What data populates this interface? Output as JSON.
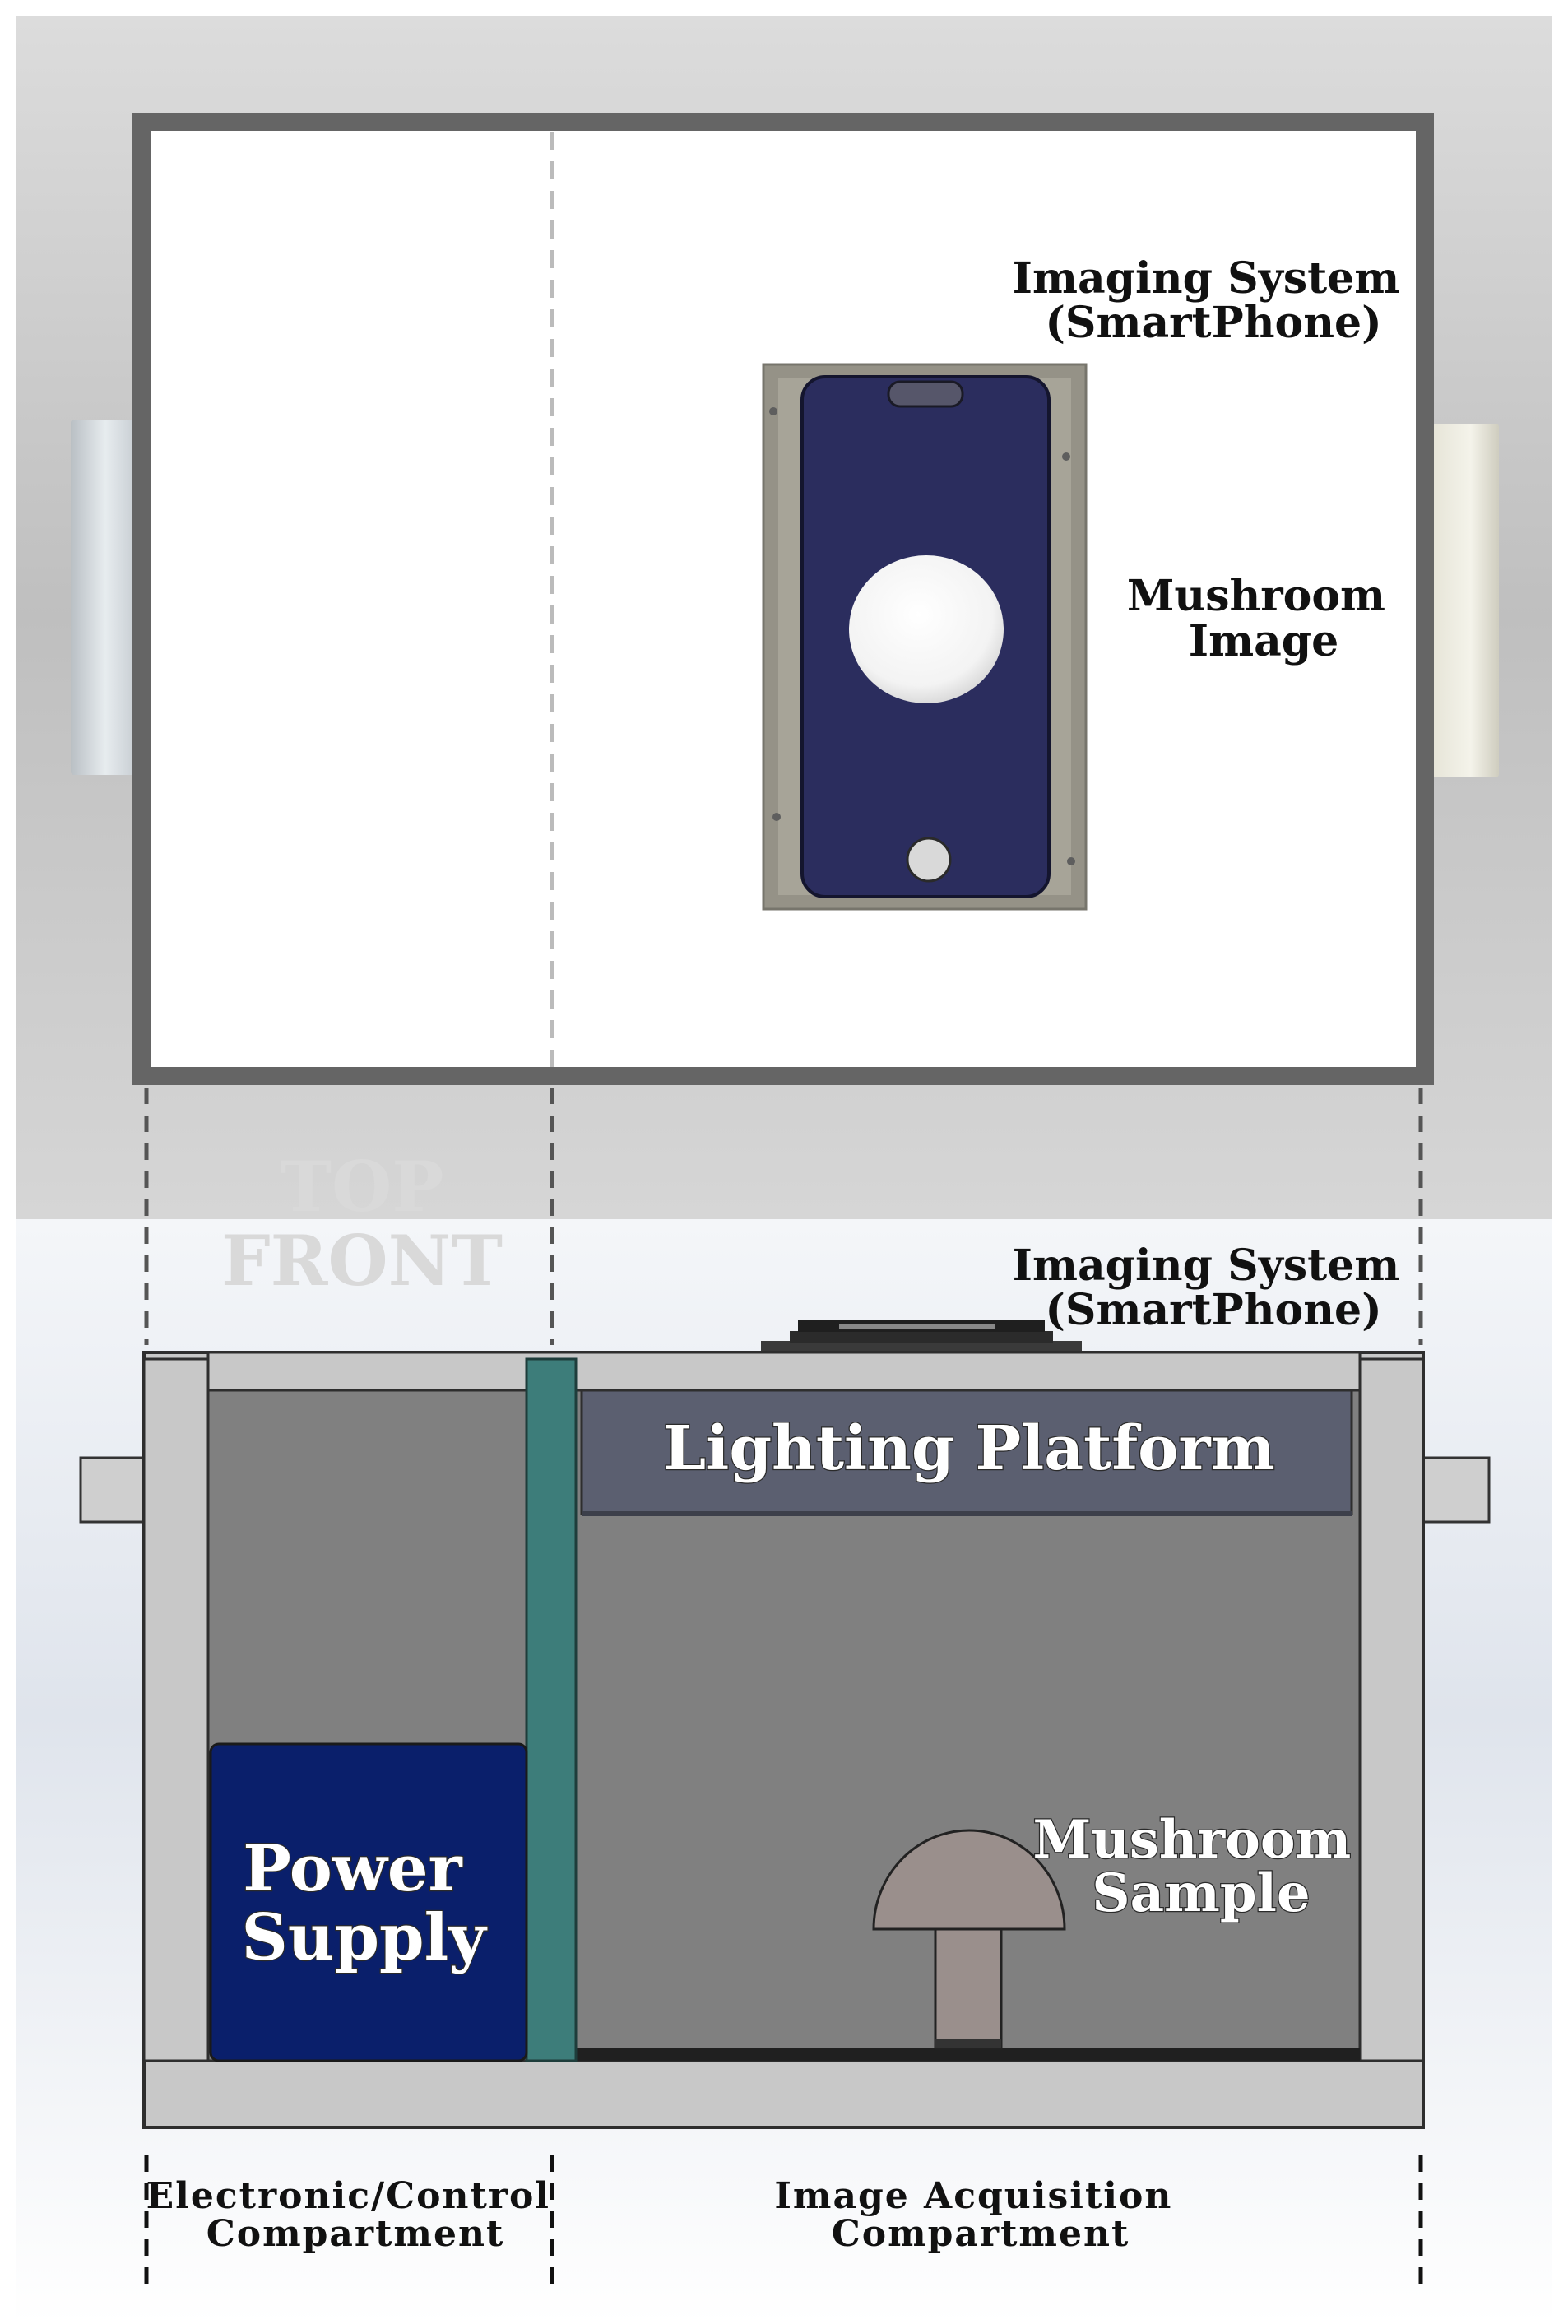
{
  "top_view": {
    "imaging_label": [
      "Imaging System",
      "(SmartPhone)"
    ],
    "mushroom_image_label": [
      "Mushroom",
      "Image"
    ]
  },
  "view_labels": {
    "top": "TOP",
    "front": "FRONT"
  },
  "front_view": {
    "imaging_label": [
      "Imaging System",
      "(SmartPhone)"
    ],
    "lighting_platform": "Lighting Platform",
    "power_supply": [
      "Power",
      "Supply"
    ],
    "mushroom_sample": [
      "Mushroom",
      "Sample"
    ]
  },
  "compartments": {
    "electronic": [
      "Electronic/Control",
      "Compartment"
    ],
    "image": [
      "Image Acquisition",
      "Compartment"
    ]
  },
  "colors": {
    "phone_screen": "#2b2d5e",
    "power_supply": "#0a1f6b",
    "divider": "#3d7d7a",
    "lighting_platform": "#5b5f70",
    "chamber": "#808080",
    "housing": "#c8c8c8"
  }
}
